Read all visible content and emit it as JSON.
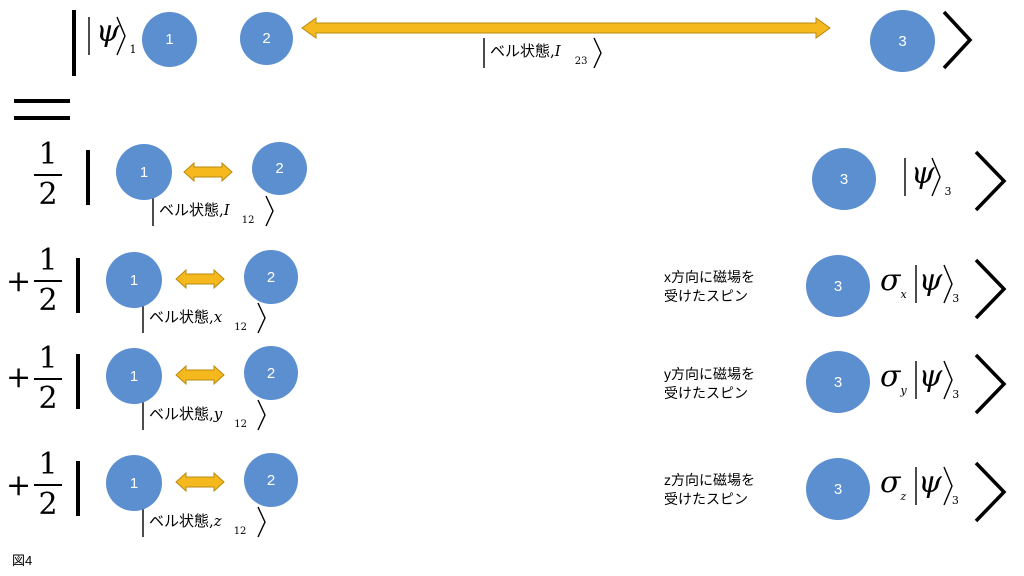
{
  "colors": {
    "circle": "#5b8fd0",
    "arrow_fill": "#f5b91e",
    "arrow_stroke": "#b88a10"
  },
  "top": {
    "ket_symbol": "ψ",
    "ket_sub": "1",
    "p1": "1",
    "p2": "2",
    "p3": "3",
    "bell_label": "ベル状態,",
    "bell_var": "I",
    "bell_sub": "23"
  },
  "rows": [
    {
      "prefix": "",
      "frac_num": "1",
      "frac_den": "2",
      "p1": "1",
      "p2": "2",
      "p3": "3",
      "bell_label": "ベル状態,",
      "bell_var": "I",
      "bell_sub": "12",
      "note_line1": "",
      "note_line2": "",
      "op_sym": "",
      "op_sub": "",
      "ket_symbol": "ψ",
      "ket_sub": "3"
    },
    {
      "prefix": "+",
      "frac_num": "1",
      "frac_den": "2",
      "p1": "1",
      "p2": "2",
      "p3": "3",
      "bell_label": "ベル状態,",
      "bell_var": "x",
      "bell_sub": "12",
      "note_line1": "x方向に磁場を",
      "note_line2": "受けたスピン",
      "op_sym": "σ",
      "op_sub": "x",
      "ket_symbol": "ψ",
      "ket_sub": "3"
    },
    {
      "prefix": "+",
      "frac_num": "1",
      "frac_den": "2",
      "p1": "1",
      "p2": "2",
      "p3": "3",
      "bell_label": "ベル状態,",
      "bell_var": "y",
      "bell_sub": "12",
      "note_line1": "y方向に磁場を",
      "note_line2": "受けたスピン",
      "op_sym": "σ",
      "op_sub": "y",
      "ket_symbol": "ψ",
      "ket_sub": "3"
    },
    {
      "prefix": "+",
      "frac_num": "1",
      "frac_den": "2",
      "p1": "1",
      "p2": "2",
      "p3": "3",
      "bell_label": "ベル状態,",
      "bell_var": "z",
      "bell_sub": "12",
      "note_line1": "z方向に磁場を",
      "note_line2": "受けたスピン",
      "op_sym": "σ",
      "op_sub": "z",
      "ket_symbol": "ψ",
      "ket_sub": "3"
    }
  ],
  "caption": "図4"
}
